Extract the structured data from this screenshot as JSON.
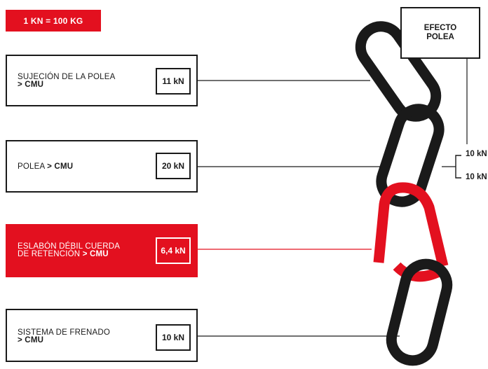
{
  "conversion_badge": "1 KN = 100 KG",
  "pulley_effect": {
    "line1": "EFECTO",
    "line2": "POLEA",
    "split_top": "10 kN",
    "split_bottom": "10 kN"
  },
  "rows": [
    {
      "line1": "SUJECIÓN DE LA POLEA",
      "line2_bold": "> CMU",
      "value": "11 kN"
    },
    {
      "line1": "POLEA ",
      "line1_bold": "> CMU",
      "value": "20 kN"
    },
    {
      "line1": "ESLABÓN DÉBIL CUERDA",
      "line2": "DE RETENCIÓN ",
      "line2_bold": "> CMU",
      "value": "6,4 kN"
    },
    {
      "line1": "SISTEMA DE FRENADO",
      "line2_bold": "> CMU",
      "value": "10 kN"
    }
  ],
  "colors": {
    "accent": "#e3101f",
    "ink": "#1a1a1a"
  }
}
